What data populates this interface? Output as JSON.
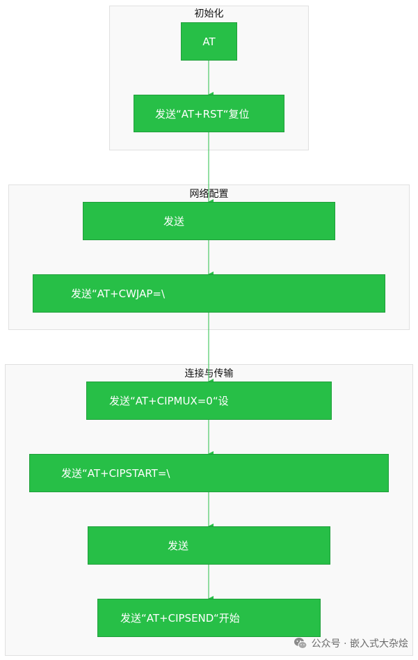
{
  "colors": {
    "node_fill": "#27bf47",
    "node_border": "#1e9e39",
    "node_text": "#ffffff",
    "group_fill": "#f9f9f9",
    "group_border": "#e0e0e0",
    "edge": "#27bf47"
  },
  "groups": [
    {
      "id": "init",
      "title": "初始化"
    },
    {
      "id": "network",
      "title": "网络配置"
    },
    {
      "id": "transfer",
      "title": "连接与传输"
    }
  ],
  "nodes": [
    {
      "id": "n1",
      "group": "init",
      "text": "AT"
    },
    {
      "id": "n2",
      "group": "init",
      "text": "发送“AT+RST“复位"
    },
    {
      "id": "n3",
      "group": "network",
      "text": "发送"
    },
    {
      "id": "n4",
      "group": "network",
      "text": "发送“AT+CWJAP=\\"
    },
    {
      "id": "n5",
      "group": "transfer",
      "text": "发送“AT+CIPMUX=0“设"
    },
    {
      "id": "n6",
      "group": "transfer",
      "text": "发送“AT+CIPSTART=\\"
    },
    {
      "id": "n7",
      "group": "transfer",
      "text": "发送"
    },
    {
      "id": "n8",
      "group": "transfer",
      "text": "发送“AT+CIPSEND“开始"
    }
  ],
  "edges": [
    {
      "from": "n1",
      "to": "n2"
    },
    {
      "from": "n2",
      "to": "n3"
    },
    {
      "from": "n3",
      "to": "n4"
    },
    {
      "from": "n4",
      "to": "n5"
    },
    {
      "from": "n5",
      "to": "n6"
    },
    {
      "from": "n6",
      "to": "n7"
    },
    {
      "from": "n7",
      "to": "n8"
    }
  ],
  "watermark": {
    "text": "公众号 · 嵌入式大杂烩",
    "icon": "wechat-logo-icon"
  }
}
